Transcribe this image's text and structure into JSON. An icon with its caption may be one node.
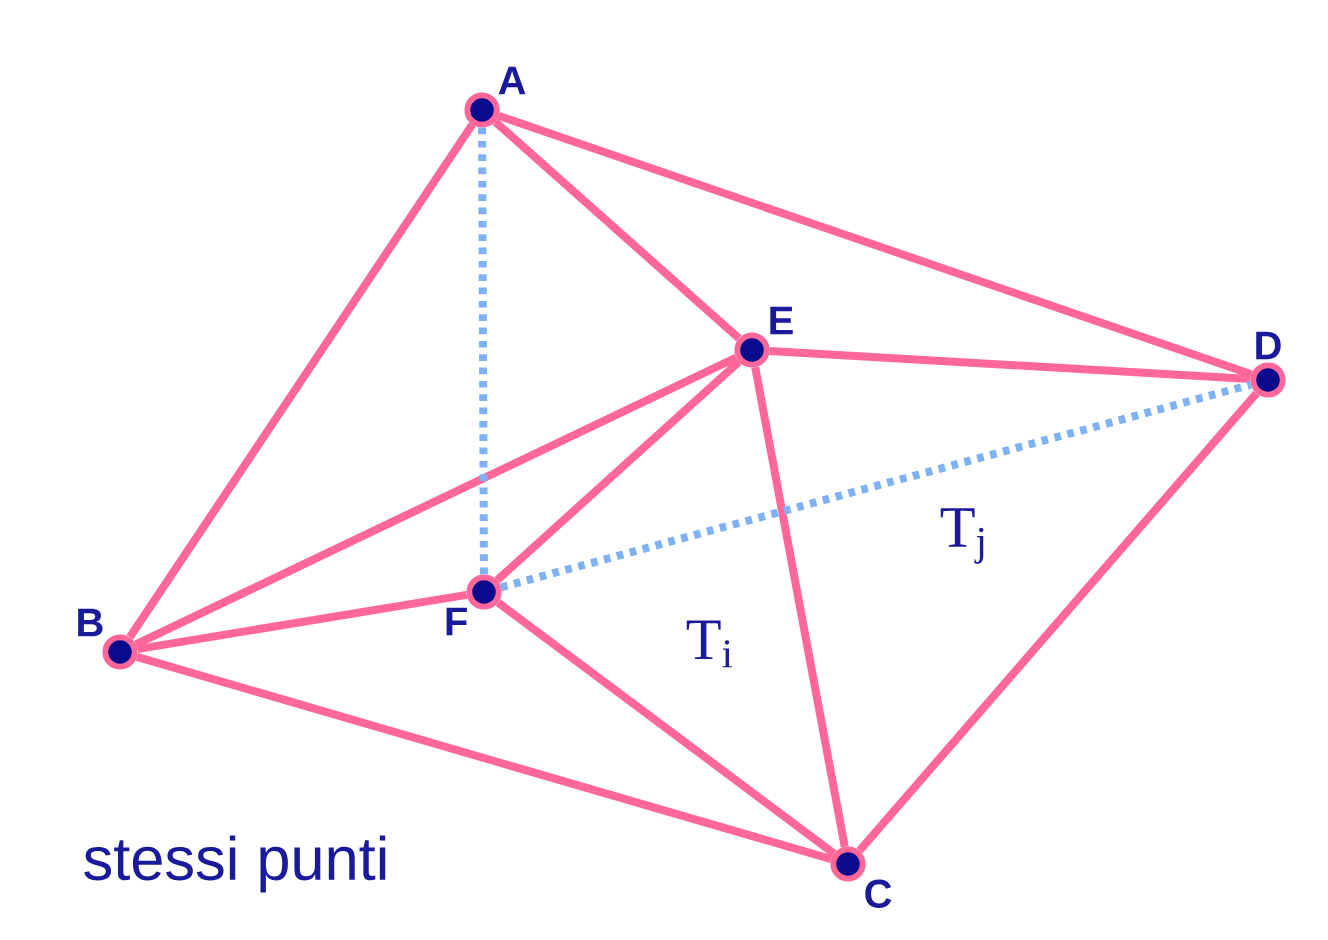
{
  "diagram": {
    "nodes": [
      {
        "text": [
          "A"
        ]
      },
      {
        "text": [
          "E"
        ]
      },
      {
        "text": [
          "D"
        ]
      },
      {
        "text": [
          "B"
        ]
      },
      {
        "text": [
          "F"
        ]
      },
      {
        "text": [
          "C"
        ]
      }
    ],
    "edges": [
      {
        "from": 0,
        "to": 3,
        "arrow": "none"
      },
      {
        "from": 0,
        "to": 1,
        "arrow": "none"
      },
      {
        "from": 0,
        "to": 2,
        "arrow": "none"
      },
      {
        "from": 1,
        "to": 2,
        "arrow": "none"
      },
      {
        "from": 1,
        "to": 4,
        "arrow": "none"
      },
      {
        "from": 1,
        "to": 3,
        "arrow": "none"
      },
      {
        "from": 1,
        "to": 5,
        "arrow": "none"
      },
      {
        "from": 3,
        "to": 4,
        "arrow": "none"
      },
      {
        "from": 3,
        "to": 5,
        "arrow": "none"
      },
      {
        "from": 4,
        "to": 5,
        "arrow": "none"
      },
      {
        "from": 2,
        "to": 5,
        "arrow": "none"
      },
      {
        "from": 0,
        "to": 4,
        "arrow": "none",
        "style": "dashed",
        "color": "#7fb2f5"
      },
      {
        "from": 4,
        "to": 2,
        "arrow": "none",
        "style": "dashed",
        "color": "#7fb2f5"
      }
    ],
    "labels": [
      "T$_{i}$",
      "T$_{j}$",
      "stessi punti"
    ]
  }
}
